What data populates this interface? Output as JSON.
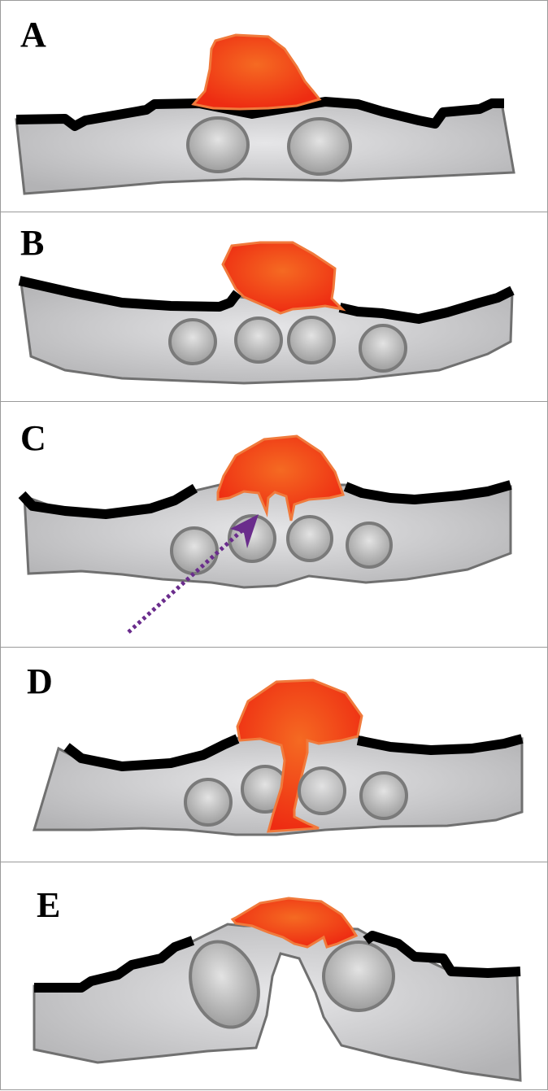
{
  "panels": [
    {
      "id": "A",
      "label": "A"
    },
    {
      "id": "B",
      "label": "B"
    },
    {
      "id": "C",
      "label": "C"
    },
    {
      "id": "D",
      "label": "D"
    },
    {
      "id": "E",
      "label": "E"
    }
  ],
  "colors": {
    "cell_fill": "#c9c9cb",
    "cell_stroke": "#707070",
    "membrane": "#000000",
    "invader_fill": "#f04a1c",
    "invader_stroke": "#f07a3c",
    "arrow": "#6a2c8c",
    "panel_border": "#9a9a9a"
  },
  "icons": {
    "arrow": "dotted-arrow-icon"
  }
}
